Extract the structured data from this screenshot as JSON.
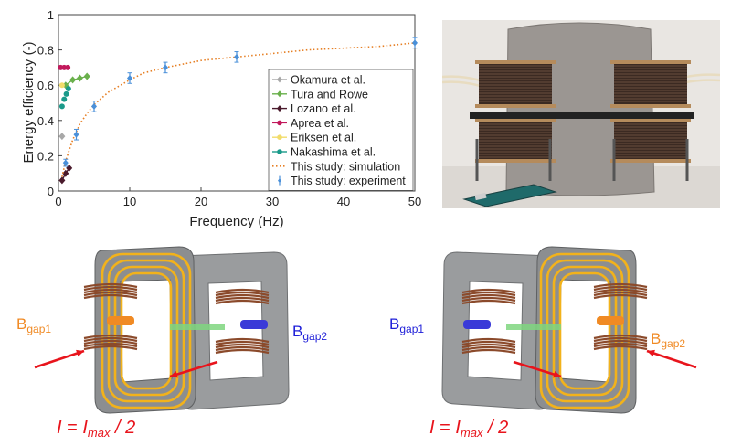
{
  "chart_data": {
    "type": "scatter",
    "xlabel": "Frequency (Hz)",
    "ylabel": "Energy efficiency (-)",
    "xlim": [
      0,
      50
    ],
    "ylim": [
      0,
      1
    ],
    "xticks": [
      "0",
      "10",
      "20",
      "30",
      "40",
      "50"
    ],
    "yticks": [
      "0",
      "0.2",
      "0.4",
      "0.6",
      "0.8",
      "1"
    ],
    "grid": false,
    "legend_position": "right",
    "series": [
      {
        "name": "Okamura et al.",
        "color": "#a8a8a8",
        "marker": "diamond",
        "x": [
          0.5
        ],
        "y": [
          0.31
        ]
      },
      {
        "name": "Tura and Rowe",
        "color": "#6ab04c",
        "marker": "diamond",
        "x": [
          1.0,
          2.0,
          3.0,
          4.0
        ],
        "y": [
          0.6,
          0.63,
          0.64,
          0.65
        ]
      },
      {
        "name": "Lozano et al.",
        "color": "#4a1a2c",
        "marker": "diamond",
        "x": [
          0.5,
          1.0,
          1.5
        ],
        "y": [
          0.06,
          0.1,
          0.13
        ]
      },
      {
        "name": "Aprea et al.",
        "color": "#c2185b",
        "marker": "circle",
        "x": [
          0.3,
          0.8,
          1.3
        ],
        "y": [
          0.7,
          0.7,
          0.7
        ]
      },
      {
        "name": "Eriksen et al.",
        "color": "#f2dc6b",
        "marker": "circle",
        "x": [
          0.5
        ],
        "y": [
          0.6
        ]
      },
      {
        "name": "Nakashima et al.",
        "color": "#1a9a8a",
        "marker": "circle",
        "x": [
          0.5,
          0.8,
          1.1,
          1.4
        ],
        "y": [
          0.48,
          0.52,
          0.55,
          0.58
        ]
      },
      {
        "name": "This study: simulation",
        "color": "#e67e22",
        "style": "dotted",
        "x": [
          0.5,
          1,
          2,
          3,
          4,
          5,
          7,
          10,
          12,
          15,
          20,
          25,
          30,
          35,
          40,
          45,
          50
        ],
        "y": [
          0.08,
          0.17,
          0.29,
          0.38,
          0.44,
          0.49,
          0.56,
          0.63,
          0.67,
          0.7,
          0.74,
          0.76,
          0.78,
          0.8,
          0.81,
          0.82,
          0.84
        ]
      },
      {
        "name": "This study: experiment",
        "color": "#4a90d9",
        "marker": "errorbar",
        "x": [
          1,
          2.5,
          5,
          10,
          15,
          25,
          50
        ],
        "y": [
          0.16,
          0.32,
          0.48,
          0.64,
          0.7,
          0.76,
          0.84
        ],
        "err": [
          0.02,
          0.03,
          0.03,
          0.03,
          0.03,
          0.03,
          0.03
        ]
      }
    ]
  },
  "diagrams": {
    "left": {
      "gap1_symbol": "B",
      "gap1_sub": "gap1",
      "gap1_color": "#f08a24",
      "gap2_symbol": "B",
      "gap2_sub": "gap2",
      "gap2_color": "#1e1ed8",
      "current_I": "I",
      "current_eq": " = ",
      "current_Imax": "I",
      "current_max": "max",
      "current_div": " / 2"
    },
    "right": {
      "gap1_symbol": "B",
      "gap1_sub": "gap1",
      "gap1_color": "#1e1ed8",
      "gap2_symbol": "B",
      "gap2_sub": "gap2",
      "gap2_color": "#f08a24",
      "current_I": "I",
      "current_eq": " = ",
      "current_Imax": "I",
      "current_max": "max",
      "current_div": " / 2"
    }
  },
  "colors": {
    "coil_copper": "#8b4a2b",
    "core_gray": "#8a8c8e",
    "field_loop": "#f2b21b",
    "arrow_red": "#e8141c",
    "caption_red": "#e8141c",
    "gap_green": "#7fd67f"
  }
}
